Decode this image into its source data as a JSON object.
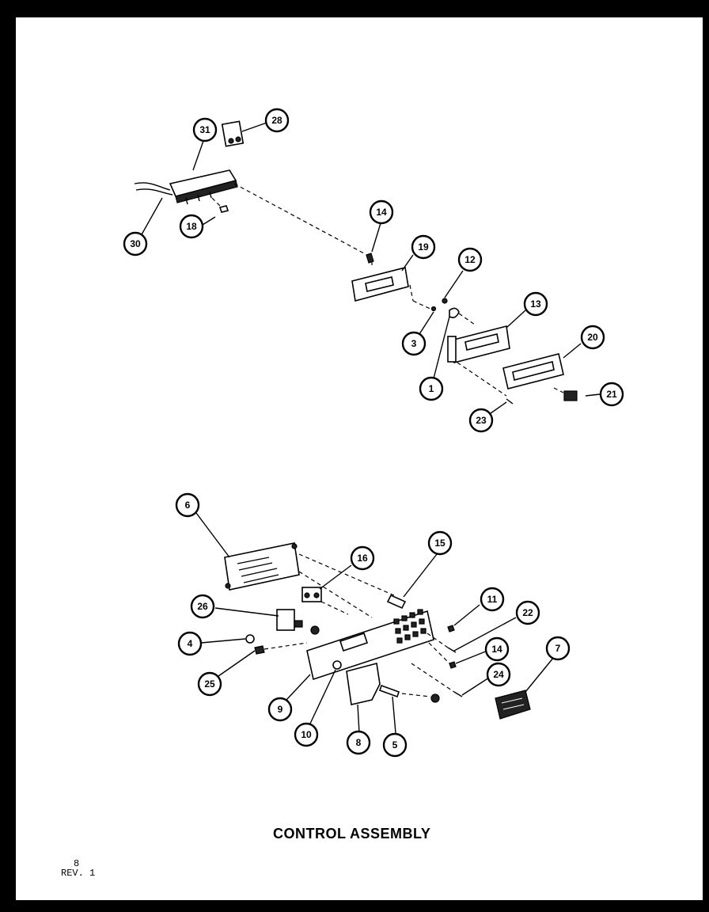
{
  "title": "CONTROL ASSEMBLY",
  "page_number": "8",
  "revision": "REV. 1",
  "callouts": [
    "31",
    "28",
    "30",
    "18",
    "14",
    "19",
    "12",
    "3",
    "1",
    "13",
    "20",
    "21",
    "23",
    "6",
    "16",
    "15",
    "26",
    "11",
    "22",
    "4",
    "14",
    "25",
    "24",
    "7",
    "9",
    "10",
    "8",
    "5"
  ]
}
